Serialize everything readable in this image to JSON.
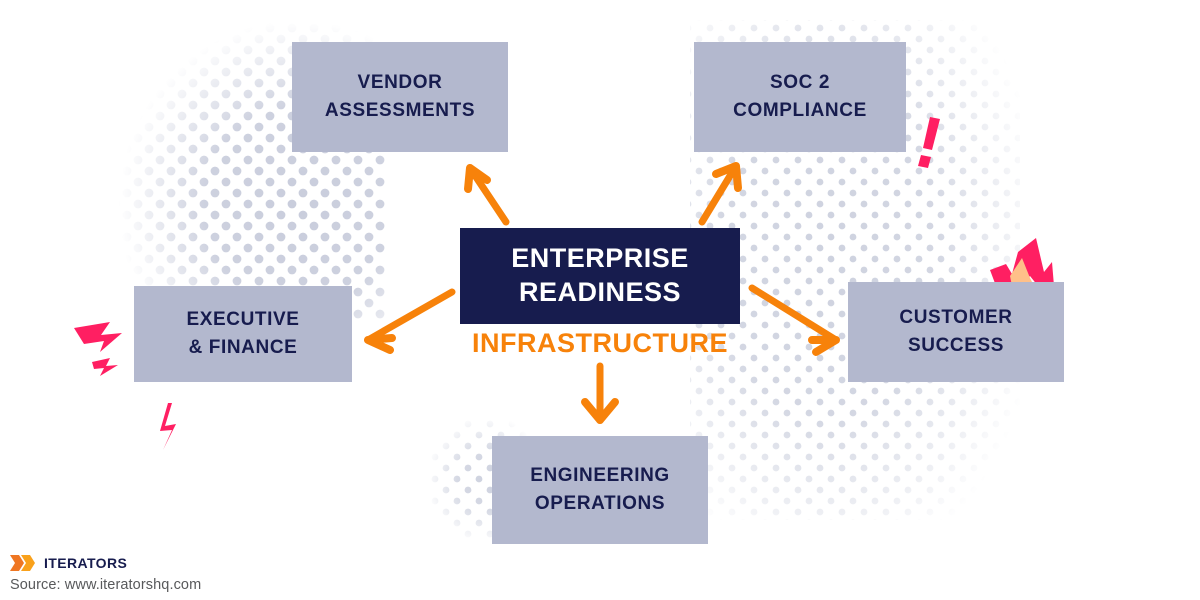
{
  "diagram": {
    "center": {
      "title": "ENTERPRISE\nREADINESS",
      "subtitle": "INFRASTRUCTURE",
      "box_color": "#171c4e",
      "title_color": "#ffffff",
      "subtitle_color": "#f7820a"
    },
    "nodes": [
      {
        "id": "vendor-assessments",
        "label": "VENDOR\nASSESSMENTS",
        "position": "top-left",
        "box_color": "#b3b8ce",
        "text_color": "#171c4e"
      },
      {
        "id": "soc-2-compliance",
        "label": "SOC 2\nCOMPLIANCE",
        "position": "top-right",
        "box_color": "#b3b8ce",
        "text_color": "#171c4e"
      },
      {
        "id": "executive-and-finance",
        "label": "EXECUTIVE\n& FINANCE",
        "position": "left",
        "box_color": "#b3b8ce",
        "text_color": "#171c4e"
      },
      {
        "id": "customer-success",
        "label": "CUSTOMER\nSUCCESS",
        "position": "right",
        "box_color": "#b3b8ce",
        "text_color": "#171c4e"
      },
      {
        "id": "engineering-operations",
        "label": "ENGINEERING\nOPERATIONS",
        "position": "bottom",
        "box_color": "#b3b8ce",
        "text_color": "#171c4e"
      }
    ],
    "arrows": [
      {
        "id": "arrow-to-vendor-assessments",
        "from": "center",
        "to": "vendor-assessments",
        "direction": "up-left",
        "color": "#f7820a"
      },
      {
        "id": "arrow-to-soc-2-compliance",
        "from": "center",
        "to": "soc-2-compliance",
        "direction": "up-right",
        "color": "#f7820a"
      },
      {
        "id": "arrow-to-executive-and-finance",
        "from": "center",
        "to": "executive-and-finance",
        "direction": "down-left",
        "color": "#f7820a"
      },
      {
        "id": "arrow-to-customer-success",
        "from": "center",
        "to": "customer-success",
        "direction": "down-right",
        "color": "#f7820a"
      },
      {
        "id": "arrow-to-engineering-operations",
        "from": "center",
        "to": "engineering-operations",
        "direction": "down",
        "color": "#f7820a"
      }
    ],
    "decorations": [
      {
        "id": "exclamation-mark",
        "icon": "exclamation-icon",
        "color": "#ff1f62",
        "near": "soc-2-compliance"
      },
      {
        "id": "flame",
        "icon": "flame-icon",
        "color": "#ff1f62",
        "inner_color": "#ffc089",
        "near": "customer-success"
      },
      {
        "id": "lightning-bolt-large",
        "icon": "lightning-bolt-icon",
        "color": "#ff1f62",
        "near": "executive-and-finance"
      },
      {
        "id": "lightning-bolt-small",
        "icon": "lightning-bolt-icon",
        "color": "#ff1f62",
        "near": "executive-and-finance"
      },
      {
        "id": "lightning-bolt-lower",
        "icon": "lightning-bolt-icon",
        "color": "#ff1f62",
        "near": "executive-and-finance"
      },
      {
        "id": "halftone-dots",
        "icon": "halftone-dot-pattern",
        "color": "#c9cddc"
      }
    ]
  },
  "footer": {
    "brand": "ITERATORS",
    "logo_icon": "iterators-chevron-logo",
    "logo_colors": {
      "dark": "#ef7622",
      "light": "#f9a11b"
    },
    "source": "Source: www.iteratorshq.com",
    "source_color": "#58595b"
  }
}
